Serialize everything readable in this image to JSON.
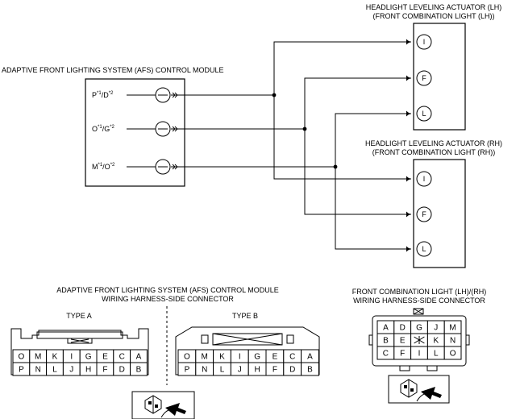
{
  "afs_module": {
    "title": "ADAPTIVE FRONT LIGHTING SYSTEM (AFS) CONTROL MODULE",
    "terminals": [
      {
        "a": "P",
        "sa": "*1",
        "b": "/D",
        "sb": "*2"
      },
      {
        "a": "O",
        "sa": "*1",
        "b": "/G",
        "sb": "*2"
      },
      {
        "a": "M",
        "sa": "*1",
        "b": "/O",
        "sb": "*2"
      }
    ]
  },
  "actuator_lh": {
    "title1": "HEADLIGHT LEVELING ACTUATOR (LH)",
    "title2": "(FRONT COMBINATION LIGHT (LH))",
    "pins": [
      "I",
      "F",
      "L"
    ]
  },
  "actuator_rh": {
    "title1": "HEADLIGHT LEVELING ACTUATOR (RH)",
    "title2": "(FRONT COMBINATION LIGHT (RH))",
    "pins": [
      "I",
      "F",
      "L"
    ]
  },
  "afs_connector": {
    "title1": "ADAPTIVE FRONT LIGHTING SYSTEM (AFS) CONTROL MODULE",
    "title2": "WIRING HARNESS-SIDE CONNECTOR",
    "type_a_label": "TYPE A",
    "type_b_label": "TYPE B",
    "row1": [
      "O",
      "M",
      "K",
      "I",
      "G",
      "E",
      "C",
      "A"
    ],
    "row2": [
      "P",
      "N",
      "L",
      "J",
      "H",
      "F",
      "D",
      "B"
    ]
  },
  "fcl_connector": {
    "title1": "FRONT COMBINATION LIGHT (LH)/(RH)",
    "title2": "WIRING HARNESS-SIDE CONNECTOR",
    "rows": [
      [
        "A",
        "D",
        "G",
        "J",
        "M"
      ],
      [
        "B",
        "E",
        "",
        "K",
        "N"
      ],
      [
        "C",
        "F",
        "I",
        "L",
        "O"
      ]
    ]
  }
}
